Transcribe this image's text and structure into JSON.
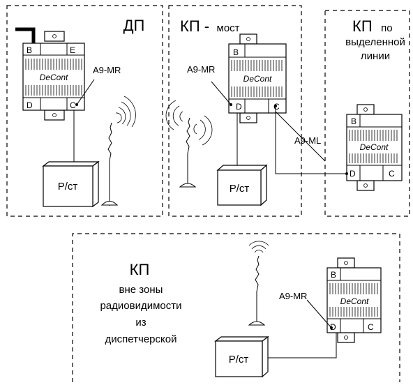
{
  "panels": {
    "dp": {
      "title": "ДП"
    },
    "bridge": {
      "title": "КП -",
      "title_suffix": "мост"
    },
    "dedicated": {
      "title": "КП",
      "title_suffix": "по",
      "line2": "выделенной",
      "line3": "линии"
    },
    "remote": {
      "title": "КП",
      "line1": "вне зоны",
      "line2": "радиовидимости",
      "line3": "из",
      "line4": "диспетчерской"
    }
  },
  "device": {
    "brand": "DeCont"
  },
  "ports": {
    "b": "B",
    "e": "E",
    "c": "C",
    "d": "D"
  },
  "modules": {
    "mr": "A9-MR",
    "ml": "A9-ML"
  },
  "radio": {
    "label": "Р/ст"
  }
}
